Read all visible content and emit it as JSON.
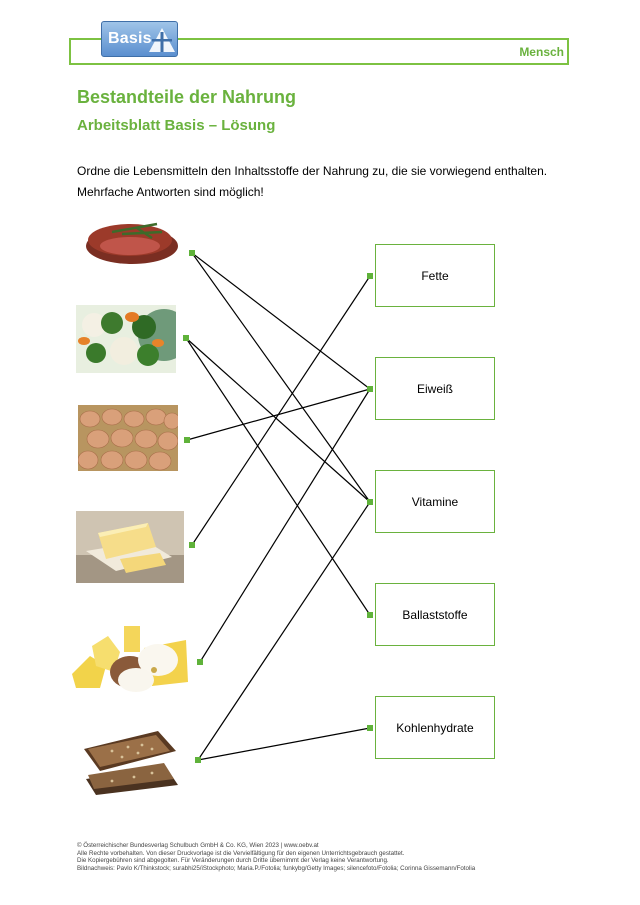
{
  "header": {
    "logo_text": "Basis",
    "section": "Mensch"
  },
  "title": "Bestandteile der Nahrung",
  "subtitle": "Arbeitsblatt Basis – Lösung",
  "instruction": {
    "line1": "Ordne die Lebensmitteln den Inhaltsstoffe der Nahrung zu, die sie vorwiegend enthalten.",
    "line2": "Mehrfache Antworten sind möglich!"
  },
  "foods": [
    {
      "icon": "steak-image"
    },
    {
      "icon": "vegetables-image"
    },
    {
      "icon": "eggs-image"
    },
    {
      "icon": "butter-image"
    },
    {
      "icon": "cheese-image"
    },
    {
      "icon": "bread-image"
    }
  ],
  "answers": [
    "Fette",
    "Eiweiß",
    "Vitamine",
    "Ballaststoffe",
    "Kohlenhydrate"
  ],
  "connections": [
    [
      0,
      1
    ],
    [
      0,
      2
    ],
    [
      1,
      2
    ],
    [
      1,
      3
    ],
    [
      2,
      1
    ],
    [
      3,
      0
    ],
    [
      4,
      1
    ],
    [
      5,
      2
    ],
    [
      5,
      4
    ]
  ],
  "colors": {
    "accent_green": "#6ab23e",
    "logo_blue": "#5b8fcf"
  },
  "footer": {
    "line1": "© Österreichischer Bundesverlag Schulbuch GmbH & Co. KG, Wien 2023 | www.oebv.at",
    "line2": "Alle Rechte vorbehalten. Von dieser Druckvorlage ist die Vervielfältigung für den eigenen Unterrichtsgebrauch gestattet.",
    "line3": "Die Kopiergebühren sind abgegolten. Für Veränderungen durch Dritte übernimmt der Verlag keine Verantwortung.",
    "line4": "Bildnachweis: Pavlo K/Thinkstock; surabhi25/iStockphoto; Maria.P./Fotolia; funkybg/Getty Images; silencefoto/Fotolia; Corinna Gissemann/Fotolia"
  }
}
